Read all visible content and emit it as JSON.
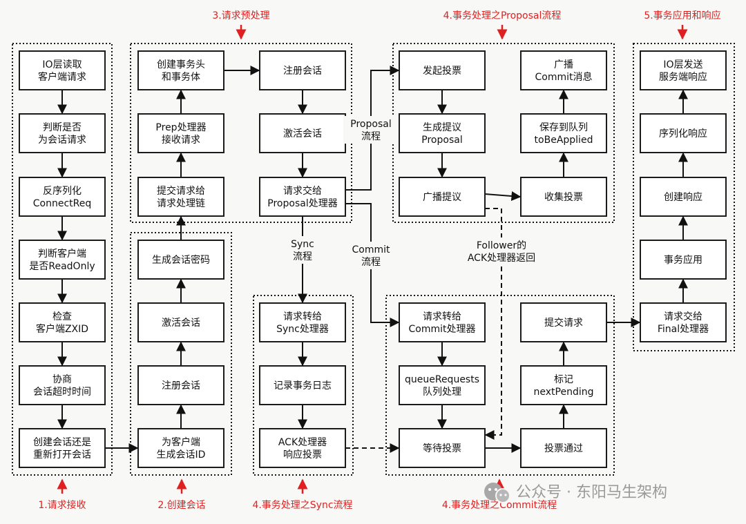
{
  "stages": [
    {
      "id": "s1",
      "text": "1.请求接收"
    },
    {
      "id": "s2",
      "text": "2.创建会话"
    },
    {
      "id": "s3",
      "text": "3.请求预处理"
    },
    {
      "id": "s4a",
      "text": "4.事务处理之Proposal流程"
    },
    {
      "id": "s4b",
      "text": "4.事务处理之Sync流程"
    },
    {
      "id": "s4c",
      "text": "4.事务处理之Commit流程"
    },
    {
      "id": "s5",
      "text": "5.事务应用和响应"
    }
  ],
  "nodes": [
    {
      "id": "io-read",
      "lines": [
        "IO层读取",
        "客户端请求"
      ]
    },
    {
      "id": "check-session",
      "lines": [
        "判断是否",
        "为会话请求"
      ]
    },
    {
      "id": "deserialize",
      "lines": [
        "反序列化",
        "ConnectReq"
      ]
    },
    {
      "id": "check-readonly",
      "lines": [
        "判断客户端",
        "是否ReadOnly"
      ]
    },
    {
      "id": "check-zxid",
      "lines": [
        "检查",
        "客户端ZXID"
      ]
    },
    {
      "id": "negotiate-timeout",
      "lines": [
        "协商",
        "会话超时时间"
      ]
    },
    {
      "id": "create-or-reopen",
      "lines": [
        "创建会话还是",
        "重新打开会话"
      ]
    },
    {
      "id": "gen-session-id",
      "lines": [
        "为客户端",
        "生成会话ID"
      ]
    },
    {
      "id": "register-session-2",
      "lines": [
        "注册会话"
      ]
    },
    {
      "id": "activate-session-2",
      "lines": [
        "激活会话"
      ]
    },
    {
      "id": "gen-session-password",
      "lines": [
        "生成会话密码"
      ]
    },
    {
      "id": "submit-to-chain",
      "lines": [
        "提交请求给",
        "请求处理链"
      ]
    },
    {
      "id": "prep-receive",
      "lines": [
        "Prep处理器",
        "接收请求"
      ]
    },
    {
      "id": "create-txn",
      "lines": [
        "创建事务头",
        "和事务体"
      ]
    },
    {
      "id": "register-session-3",
      "lines": [
        "注册会话"
      ]
    },
    {
      "id": "activate-session-3",
      "lines": [
        "激活会话"
      ]
    },
    {
      "id": "to-proposal",
      "lines": [
        "请求交给",
        "Proposal处理器"
      ]
    },
    {
      "id": "start-vote",
      "lines": [
        "发起投票"
      ]
    },
    {
      "id": "gen-proposal",
      "lines": [
        "生成提议",
        "Proposal"
      ]
    },
    {
      "id": "broadcast-proposal",
      "lines": [
        "广播提议"
      ]
    },
    {
      "id": "collect-votes",
      "lines": [
        "收集投票"
      ]
    },
    {
      "id": "save-to-queue",
      "lines": [
        "保存到队列",
        "toBeApplied"
      ]
    },
    {
      "id": "broadcast-commit",
      "lines": [
        "广播",
        "Commit消息"
      ]
    },
    {
      "id": "to-sync",
      "lines": [
        "请求转给",
        "Sync处理器"
      ]
    },
    {
      "id": "log-txn",
      "lines": [
        "记录事务日志"
      ]
    },
    {
      "id": "ack-respond",
      "lines": [
        "ACK处理器",
        "响应投票"
      ]
    },
    {
      "id": "to-commit",
      "lines": [
        "请求转给",
        "Commit处理器"
      ]
    },
    {
      "id": "queue-requests",
      "lines": [
        "queueRequests",
        "队列处理"
      ]
    },
    {
      "id": "wait-vote",
      "lines": [
        "等待投票"
      ]
    },
    {
      "id": "vote-passed",
      "lines": [
        "投票通过"
      ]
    },
    {
      "id": "mark-next",
      "lines": [
        "标记",
        "nextPending"
      ]
    },
    {
      "id": "submit-request",
      "lines": [
        "提交请求"
      ]
    },
    {
      "id": "to-final",
      "lines": [
        "请求交给",
        "Final处理器"
      ]
    },
    {
      "id": "apply-txn",
      "lines": [
        "事务应用"
      ]
    },
    {
      "id": "create-response",
      "lines": [
        "创建响应"
      ]
    },
    {
      "id": "serialize-response",
      "lines": [
        "序列化响应"
      ]
    },
    {
      "id": "io-send",
      "lines": [
        "IO层发送",
        "服务端响应"
      ]
    }
  ],
  "edge_labels": [
    {
      "id": "proposal-flow",
      "lines": [
        "Proposal",
        "流程"
      ]
    },
    {
      "id": "sync-flow",
      "lines": [
        "Sync",
        "流程"
      ]
    },
    {
      "id": "commit-flow",
      "lines": [
        "Commit",
        "流程"
      ]
    },
    {
      "id": "follower-ack",
      "lines": [
        "Follower的",
        "ACK处理器返回"
      ]
    }
  ],
  "watermark": {
    "text": "公众号 · 东阳马生架构"
  }
}
